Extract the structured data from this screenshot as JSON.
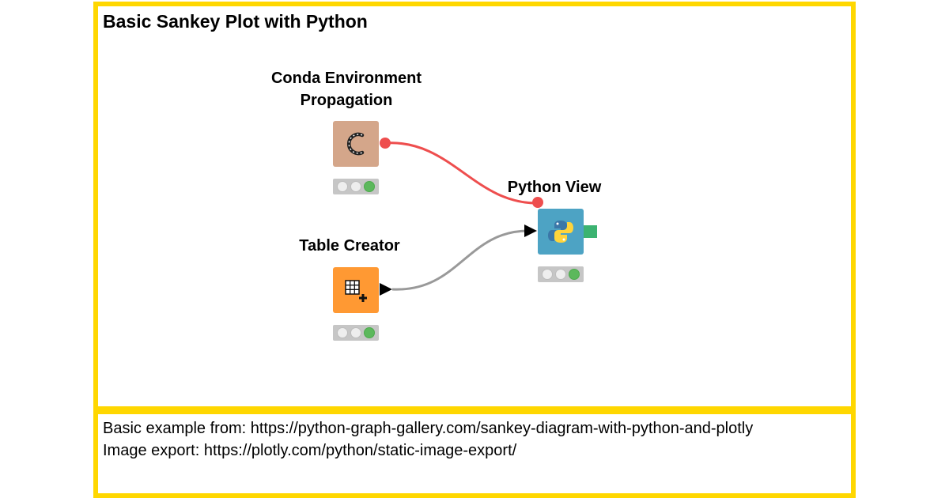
{
  "annotation_top": {
    "title": "Basic Sankey Plot with Python"
  },
  "annotation_bottom": {
    "line1": "Basic example from: https://python-graph-gallery.com/sankey-diagram-with-python-and-plotly",
    "line2": "Image export: https://plotly.com/python/static-image-export/"
  },
  "nodes": {
    "conda": {
      "label_line1": "Conda Environment",
      "label_line2": "Propagation",
      "color": "#d4a68a",
      "icon": "conda-icon",
      "status": "executed"
    },
    "table": {
      "label": "Table Creator",
      "color": "#ff9933",
      "icon": "table-plus-icon",
      "status": "executed"
    },
    "python": {
      "label": "Python View",
      "color": "#4da3c4",
      "icon": "python-icon",
      "status": "executed"
    }
  },
  "colors": {
    "annotation_border": "#ffd700",
    "flow_variable_connection": "#ee4e4e",
    "data_connection": "#999999",
    "view_port": "#3cb371",
    "status_green": "#5cb85c"
  }
}
